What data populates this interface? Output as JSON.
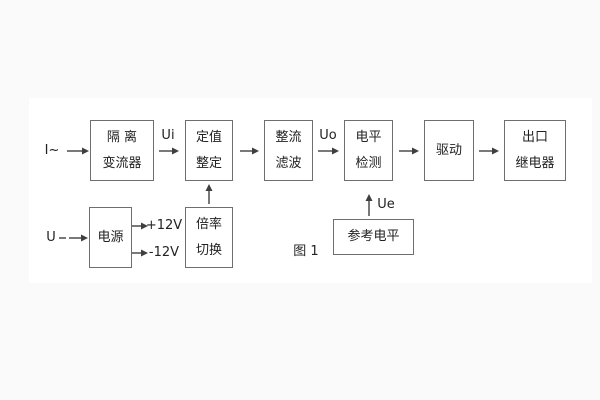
{
  "figure": {
    "caption": "图 1",
    "colors": {
      "line": "#3f3f3f",
      "box_border": "#6e6e6e",
      "text": "#222222",
      "canvas": "#ffffff",
      "page": "#fafafa"
    }
  },
  "blocks": {
    "isolation_transformer": {
      "line1": "隔 离",
      "line2": "变流器"
    },
    "setpoint_setting": {
      "line1": "定值",
      "line2": "整定"
    },
    "rectifier_filter": {
      "line1": "整流",
      "line2": "滤波"
    },
    "level_detection": {
      "line1": "电平",
      "line2": "检测"
    },
    "drive": {
      "line1": "驱动"
    },
    "output_relay": {
      "line1": "出口",
      "line2": "继电器"
    },
    "power_supply": {
      "line1": "电源"
    },
    "ratio_switching": {
      "line1": "倍率",
      "line2": "切换"
    },
    "reference_level": {
      "line1": "参考电平"
    }
  },
  "labels": {
    "input_current": "I~",
    "signal_ui": "Ui",
    "signal_uo": "Uo",
    "signal_ue": "Ue",
    "input_voltage": "U",
    "rail_positive": "+12V",
    "rail_negative": "-12V"
  }
}
